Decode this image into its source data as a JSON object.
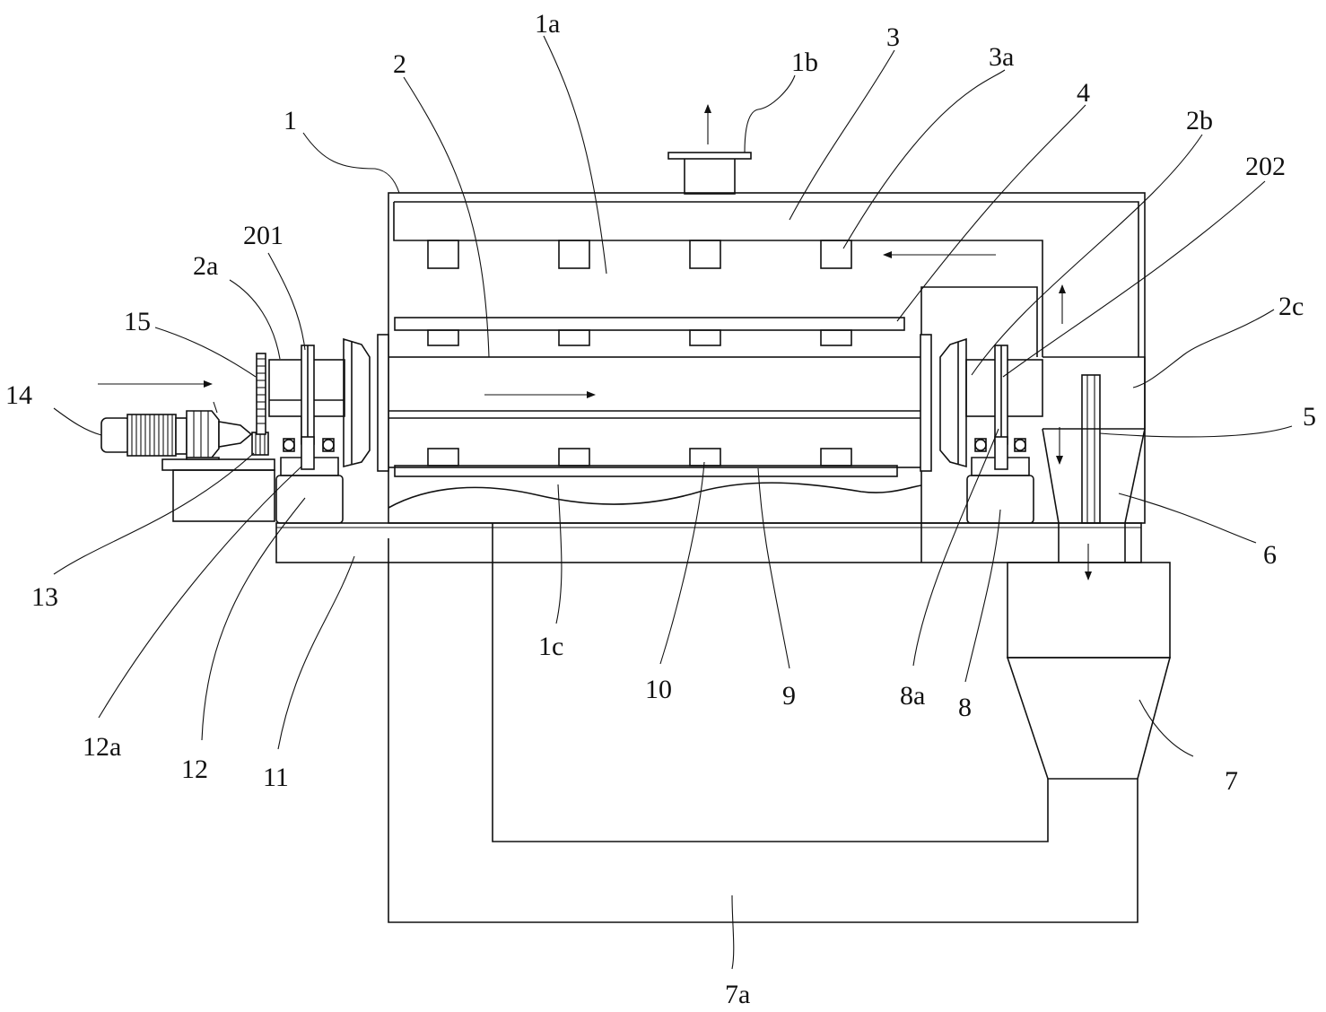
{
  "figure": {
    "labels": {
      "l1": "1",
      "l1a": "1a",
      "l1b": "1b",
      "l1c": "1c",
      "l2": "2",
      "l2a": "2a",
      "l2b": "2b",
      "l2c": "2c",
      "l201": "201",
      "l202": "202",
      "l3": "3",
      "l3a": "3a",
      "l4": "4",
      "l5": "5",
      "l6": "6",
      "l7": "7",
      "l7a": "7a",
      "l8": "8",
      "l8a": "8a",
      "l9": "9",
      "l10": "10",
      "l11": "11",
      "l12": "12",
      "l12a": "12a",
      "l13": "13",
      "l14": "14",
      "l15": "15"
    }
  }
}
